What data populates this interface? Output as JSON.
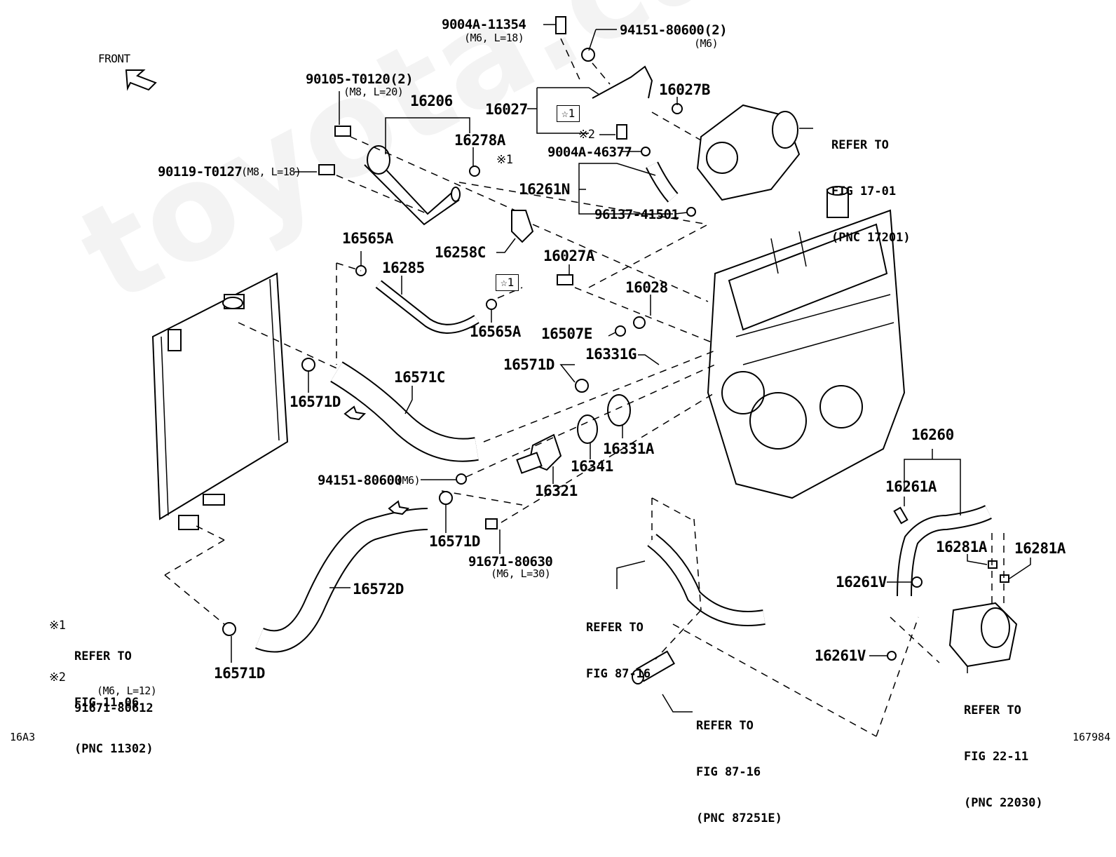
{
  "diagram": {
    "figure_code": "16A3",
    "illustration_number": "167984",
    "watermark": "toyota.carmine.ru",
    "orientation": {
      "label": "FRONT",
      "icon": "arrow-icon"
    },
    "callouts": {
      "p9004A_11354": {
        "part": "9004A-11354",
        "spec": "(M6, L=18)"
      },
      "p94151_80600_2": {
        "part": "94151-80600(2)",
        "spec": "(M6)"
      },
      "p90105_T0120": {
        "part": "90105-T0120(2)",
        "spec": "(M8, L=20)"
      },
      "p16206": {
        "part": "16206"
      },
      "p16278A": {
        "part": "16278A",
        "note": "※1"
      },
      "p16027": {
        "part": "16027",
        "boxed_note": "☆1",
        "note": "※2"
      },
      "p16027B": {
        "part": "16027B"
      },
      "p9004A_46377": {
        "part": "9004A-46377"
      },
      "p90119_T0127": {
        "part": "90119-T0127",
        "spec": "(M8, L=18)"
      },
      "p16261N": {
        "part": "16261N"
      },
      "p96137_41501": {
        "part": "96137-41501"
      },
      "p16258C": {
        "part": "16258C"
      },
      "p16565A_top": {
        "part": "16565A"
      },
      "p16285": {
        "part": "16285"
      },
      "p16565A_bottom": {
        "part": "16565A",
        "boxed_note": "☆1"
      },
      "p16027A": {
        "part": "16027A"
      },
      "p16028": {
        "part": "16028"
      },
      "p16507E": {
        "part": "16507E"
      },
      "p16331G": {
        "part": "16331G"
      },
      "p16571D_a": {
        "part": "16571D"
      },
      "p16571C": {
        "part": "16571C"
      },
      "p16571D_b": {
        "part": "16571D"
      },
      "p16331A": {
        "part": "16331A"
      },
      "p16341": {
        "part": "16341"
      },
      "p16321": {
        "part": "16321"
      },
      "p94151_80600": {
        "part": "94151-80600",
        "spec": "(M6)"
      },
      "p16571D_c": {
        "part": "16571D"
      },
      "p91671_80630": {
        "part": "91671-80630",
        "spec": "(M6, L=30)"
      },
      "p16572D": {
        "part": "16572D"
      },
      "p16571D_d": {
        "part": "16571D"
      },
      "p16260": {
        "part": "16260"
      },
      "p16261A": {
        "part": "16261A"
      },
      "p16281A_a": {
        "part": "16281A"
      },
      "p16281A_b": {
        "part": "16281A"
      },
      "p16261V_a": {
        "part": "16261V"
      },
      "p16261V_b": {
        "part": "16261V"
      }
    },
    "references": {
      "fig17_01": [
        "REFER TO",
        "FIG 17-01",
        "(PNC 17201)"
      ],
      "fig87_16_a": [
        "REFER TO",
        "FIG 87-16"
      ],
      "fig87_16_b": [
        "REFER TO",
        "FIG 87-16",
        "(PNC 87251E)"
      ],
      "fig22_11": [
        "REFER TO",
        "FIG 22-11",
        "(PNC 22030)"
      ]
    },
    "footnotes": [
      {
        "mark": "※1",
        "lines": [
          "REFER TO",
          "FIG 11-06",
          "(PNC 11302)"
        ]
      },
      {
        "mark": "※2",
        "lines": [
          "91671-80612"
        ],
        "spec": "(M6, L=12)"
      }
    ]
  }
}
